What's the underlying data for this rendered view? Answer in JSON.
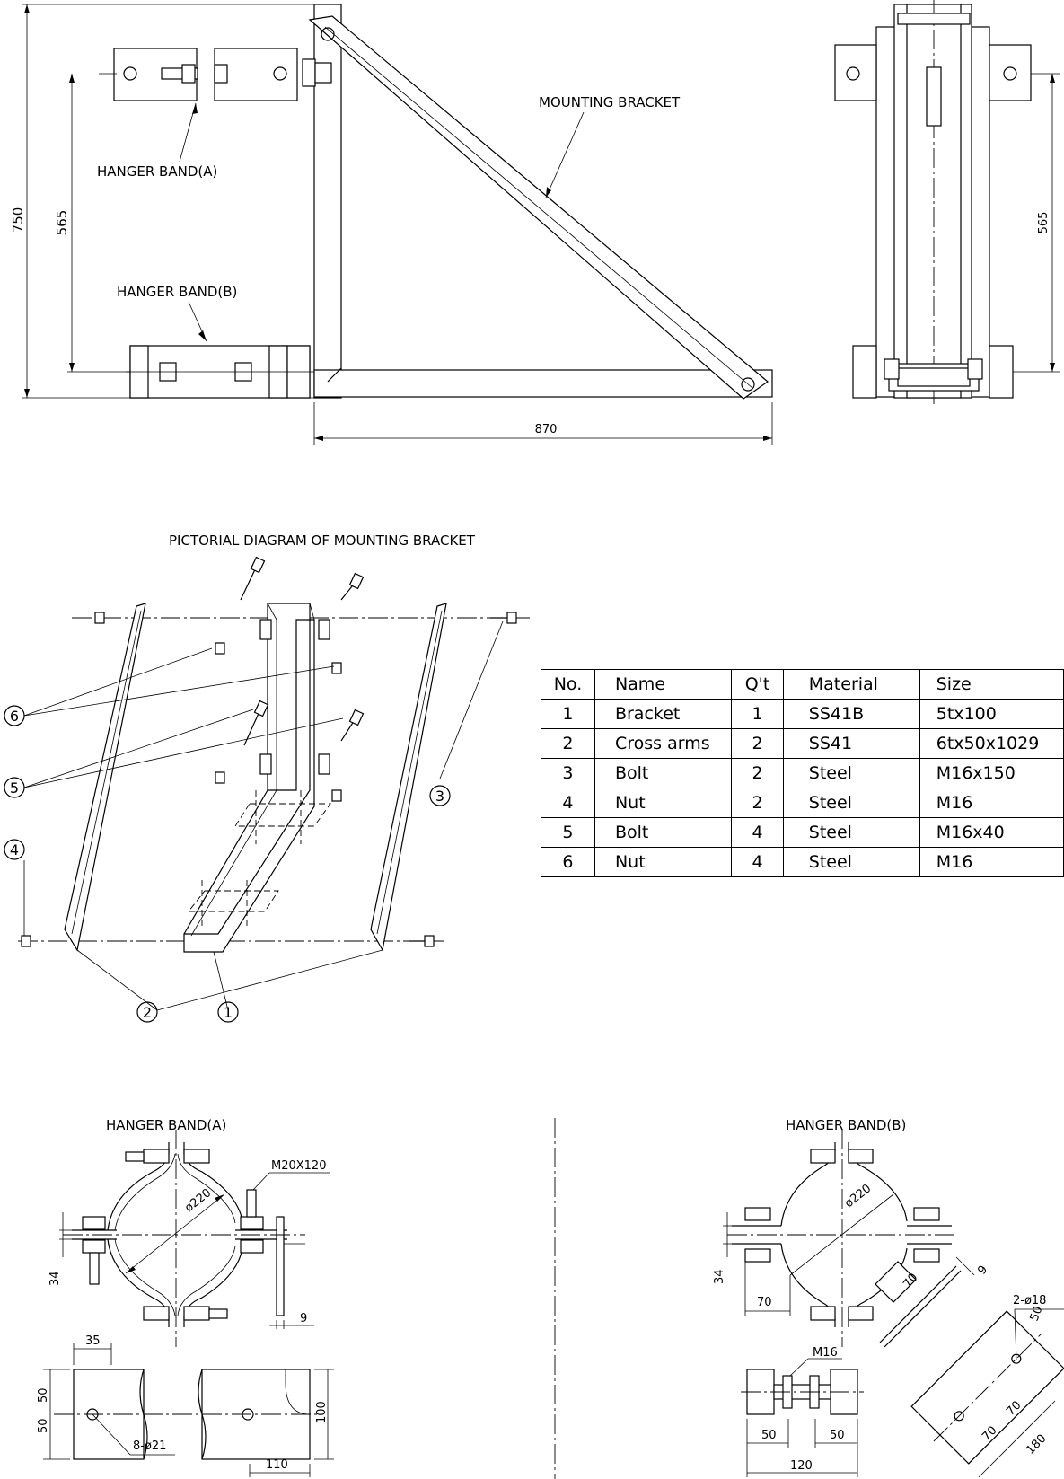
{
  "elevation_view": {
    "labels": {
      "mounting_bracket": "MOUNTING BRACKET",
      "hanger_band_a": "HANGER BAND(A)",
      "hanger_band_b": "HANGER BAND(B)"
    },
    "dimensions": {
      "overall_height": "750",
      "band_spacing": "565",
      "horizontal_length": "870"
    }
  },
  "side_view": {
    "dimensions": {
      "band_spacing": "565"
    }
  },
  "pictorial": {
    "title": "PICTORIAL DIAGRAM OF MOUNTING BRACKET",
    "balloons": [
      "1",
      "2",
      "3",
      "4",
      "5",
      "6"
    ]
  },
  "parts_table": {
    "headers": [
      "No.",
      "Name",
      "Q't",
      "Material",
      "Size"
    ],
    "rows": [
      [
        "1",
        "Bracket",
        "1",
        "SS41B",
        "5tx100"
      ],
      [
        "2",
        "Cross arms",
        "2",
        "SS41",
        "6tx50x1029"
      ],
      [
        "3",
        "Bolt",
        "2",
        "Steel",
        "M16x150"
      ],
      [
        "4",
        "Nut",
        "2",
        "Steel",
        "M16"
      ],
      [
        "5",
        "Bolt",
        "4",
        "Steel",
        "M16x40"
      ],
      [
        "6",
        "Nut",
        "4",
        "Steel",
        "M16"
      ]
    ]
  },
  "hanger_band_a": {
    "title": "HANGER BAND(A)",
    "dimensions": {
      "bolt": "M20X120",
      "diameter": "ø220",
      "gap": "34",
      "thickness": "9",
      "width_35": "35",
      "half_50a": "50",
      "half_50b": "50",
      "height": "100",
      "holes": "8-ø21",
      "length": "110"
    }
  },
  "hanger_band_b": {
    "title": "HANGER BAND(B)",
    "dimensions": {
      "diameter": "ø220",
      "gap": "34",
      "offset": "70",
      "arm": "70",
      "thickness": "9",
      "holes": "2-ø18",
      "edge": "50",
      "spacing_a": "70",
      "spacing_b": "70",
      "plate": "180",
      "bolt": "M16",
      "nut_a": "50",
      "nut_b": "50",
      "total": "120"
    }
  }
}
